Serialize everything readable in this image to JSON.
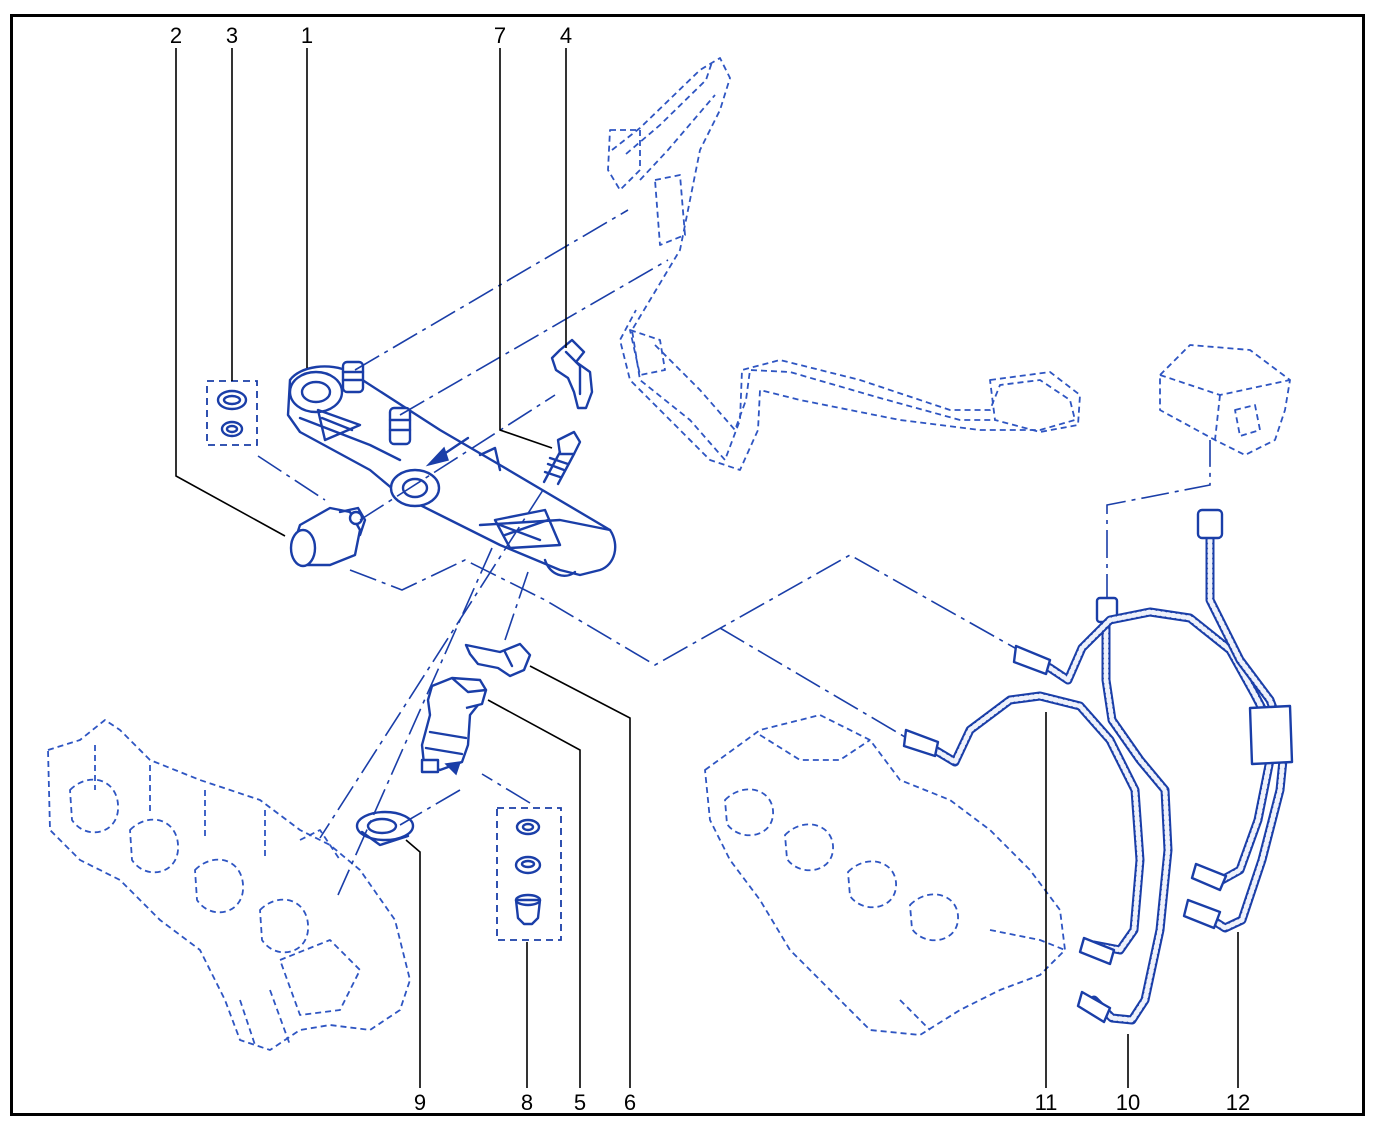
{
  "diagram": {
    "line_color": "#1a3ea8",
    "label_color": "#000000",
    "callouts": [
      "1",
      "2",
      "3",
      "4",
      "5",
      "6",
      "7",
      "8",
      "9",
      "10",
      "11",
      "12"
    ]
  }
}
